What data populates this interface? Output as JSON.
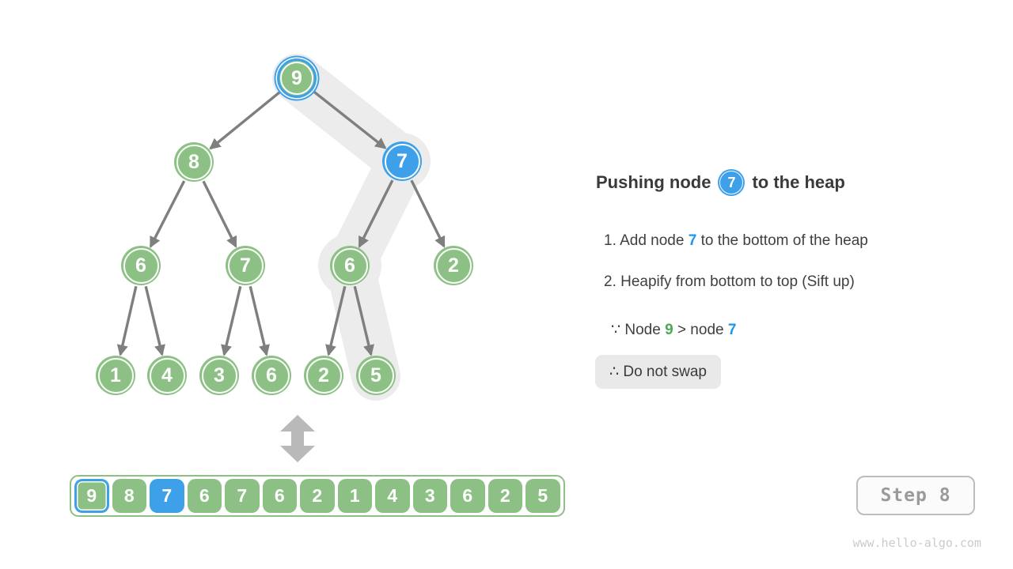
{
  "palette": {
    "node_green": "#8CC084",
    "node_blue": "#3DA0E9",
    "edge_gray": "#7F7F7F",
    "highlight_band": "#ECECEC",
    "text_dark": "#3F3F3F",
    "accent_green_text": "#4CA953",
    "accent_blue_text": "#1E96EE"
  },
  "tree": {
    "nodes": [
      {
        "value": "9"
      },
      {
        "value": "8"
      },
      {
        "value": "7"
      },
      {
        "value": "6"
      },
      {
        "value": "7"
      },
      {
        "value": "6"
      },
      {
        "value": "2"
      },
      {
        "value": "1"
      },
      {
        "value": "4"
      },
      {
        "value": "3"
      },
      {
        "value": "6"
      },
      {
        "value": "2"
      },
      {
        "value": "5"
      }
    ]
  },
  "array": {
    "values": [
      "9",
      "8",
      "7",
      "6",
      "7",
      "6",
      "2",
      "1",
      "4",
      "3",
      "6",
      "2",
      "5"
    ],
    "outlined_index": 0,
    "pushed_index": 2
  },
  "panel": {
    "title": {
      "pre": "Pushing node",
      "badge": "7",
      "post": "to the heap"
    },
    "step1": {
      "a": "1. Add node ",
      "b": "7",
      "c": " to the bottom of the heap"
    },
    "step2": "2. Heapify from bottom to top (Sift up)",
    "because": {
      "a": "∵ Node ",
      "b": "9",
      "c": " > node ",
      "d": "7"
    },
    "conclusion": "∴ Do not swap"
  },
  "step_indicator": "Step 8",
  "watermark": "www.hello-algo.com"
}
